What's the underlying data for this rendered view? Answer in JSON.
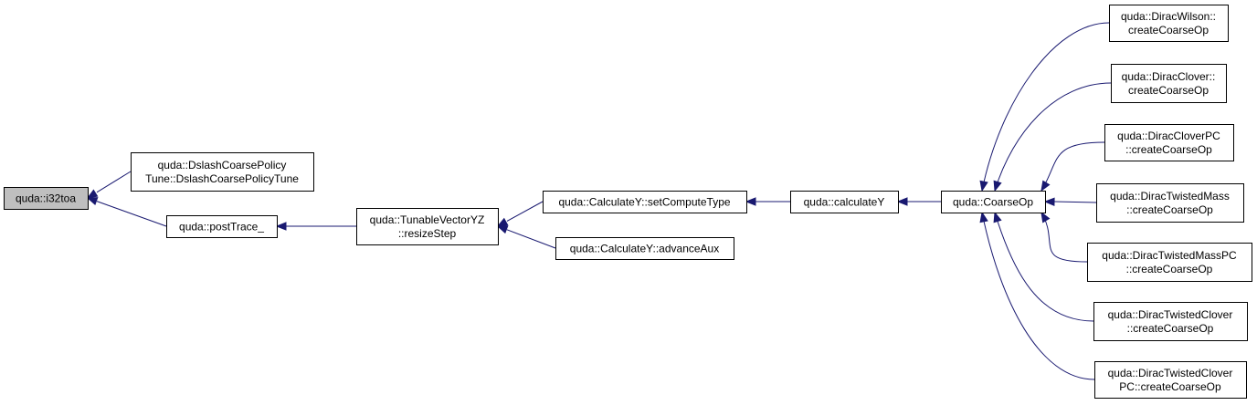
{
  "nodes": [
    {
      "id": "i32toa",
      "lines": [
        "quda::i32toa"
      ],
      "highlight": true
    },
    {
      "id": "dslash",
      "lines": [
        "quda::DslashCoarsePolicy",
        "Tune::DslashCoarsePolicyTune"
      ]
    },
    {
      "id": "posttrace",
      "lines": [
        "quda::postTrace_"
      ]
    },
    {
      "id": "resizestep",
      "lines": [
        "quda::TunableVectorYZ",
        "::resizeStep"
      ]
    },
    {
      "id": "setcomputetype",
      "lines": [
        "quda::CalculateY::setComputeType"
      ]
    },
    {
      "id": "advanceaux",
      "lines": [
        "quda::CalculateY::advanceAux"
      ]
    },
    {
      "id": "calculatey",
      "lines": [
        "quda::calculateY"
      ]
    },
    {
      "id": "coarseop",
      "lines": [
        "quda::CoarseOp"
      ]
    },
    {
      "id": "wilson",
      "lines": [
        "quda::DiracWilson::",
        "createCoarseOp"
      ]
    },
    {
      "id": "clover",
      "lines": [
        "quda::DiracClover::",
        "createCoarseOp"
      ]
    },
    {
      "id": "cloverpc",
      "lines": [
        "quda::DiracCloverPC",
        "::createCoarseOp"
      ]
    },
    {
      "id": "twistedmass",
      "lines": [
        "quda::DiracTwistedMass",
        "::createCoarseOp"
      ]
    },
    {
      "id": "twistedmasspc",
      "lines": [
        "quda::DiracTwistedMassPC",
        "::createCoarseOp"
      ]
    },
    {
      "id": "twistedclover",
      "lines": [
        "quda::DiracTwistedClover",
        "::createCoarseOp"
      ]
    },
    {
      "id": "twistedcloverpc",
      "lines": [
        "quda::DiracTwistedClover",
        "PC::createCoarseOp"
      ]
    }
  ],
  "edges": [
    {
      "from": "dslash",
      "to": "i32toa"
    },
    {
      "from": "posttrace",
      "to": "i32toa"
    },
    {
      "from": "resizestep",
      "to": "posttrace"
    },
    {
      "from": "setcomputetype",
      "to": "resizestep"
    },
    {
      "from": "advanceaux",
      "to": "resizestep"
    },
    {
      "from": "calculatey",
      "to": "setcomputetype"
    },
    {
      "from": "coarseop",
      "to": "calculatey"
    },
    {
      "from": "wilson",
      "to": "coarseop"
    },
    {
      "from": "clover",
      "to": "coarseop"
    },
    {
      "from": "cloverpc",
      "to": "coarseop"
    },
    {
      "from": "twistedmass",
      "to": "coarseop"
    },
    {
      "from": "twistedmasspc",
      "to": "coarseop"
    },
    {
      "from": "twistedclover",
      "to": "coarseop"
    },
    {
      "from": "twistedcloverpc",
      "to": "coarseop"
    }
  ],
  "colors": {
    "edge": "#191970",
    "highlight_fill": "#bfbfbf",
    "node_fill": "#ffffff",
    "border": "#000000"
  }
}
